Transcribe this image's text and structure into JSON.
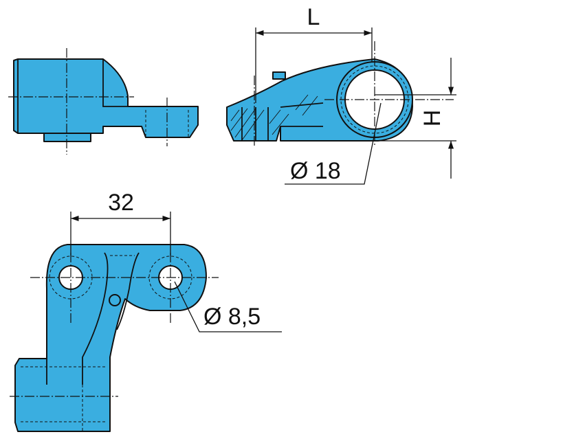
{
  "dimensions": {
    "length_label": "L",
    "height_label": "H",
    "bore_diameter_label": "Ø 18",
    "hole_spacing_label": "32",
    "hole_diameter_label": "Ø 8,5"
  },
  "colors": {
    "part_fill": "#3aaee0",
    "line": "#111111",
    "background": "#ffffff"
  }
}
